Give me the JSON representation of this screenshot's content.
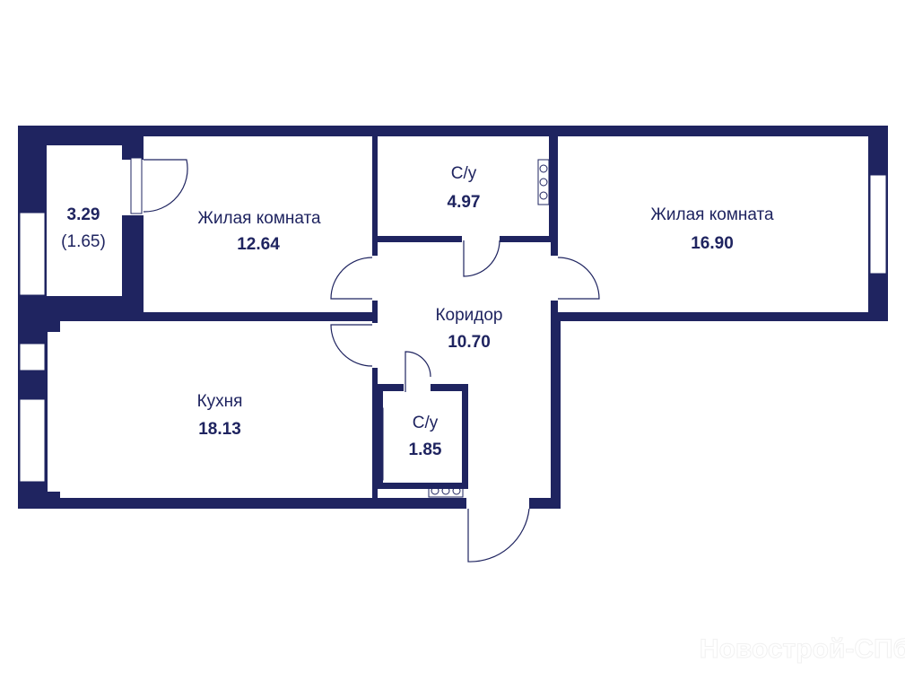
{
  "colors": {
    "wall": "#1f2460",
    "background": "#ffffff"
  },
  "rooms": {
    "balcony": {
      "area": "3.29",
      "reduced_area": "(1.65)"
    },
    "living1": {
      "name": "Жилая комната",
      "area": "12.64"
    },
    "bathroom1": {
      "name": "С/у",
      "area": "4.97"
    },
    "living2": {
      "name": "Жилая комната",
      "area": "16.90"
    },
    "corridor": {
      "name": "Коридор",
      "area": "10.70"
    },
    "kitchen": {
      "name": "Кухня",
      "area": "18.13"
    },
    "bathroom2": {
      "name": "С/у",
      "area": "1.85"
    }
  },
  "watermark": "Новострой-СПб"
}
